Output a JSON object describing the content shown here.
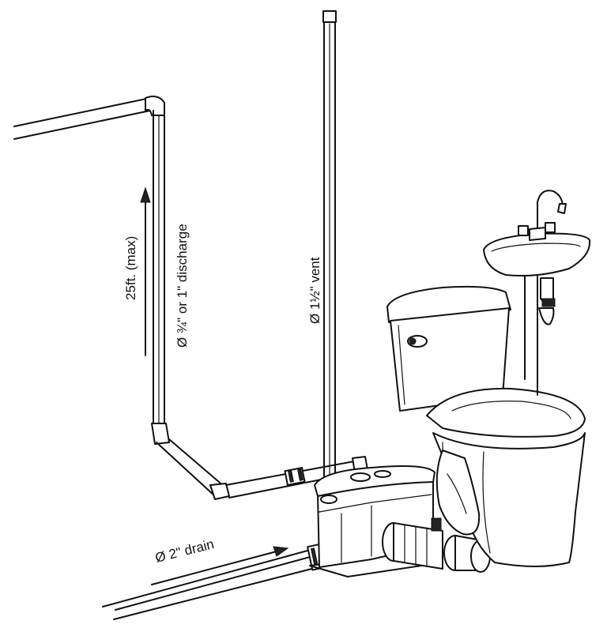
{
  "labels": {
    "discharge_height": "25ft. (max)",
    "discharge_pipe": "Ø ¾\" or 1\" discharge",
    "vent_pipe": "Ø 1½\" vent",
    "drain_pipe": "Ø 2\" drain"
  },
  "colors": {
    "line": "#111111",
    "background": "#ffffff"
  },
  "icons": [
    "arrow-up-icon",
    "arrow-right-icon"
  ]
}
